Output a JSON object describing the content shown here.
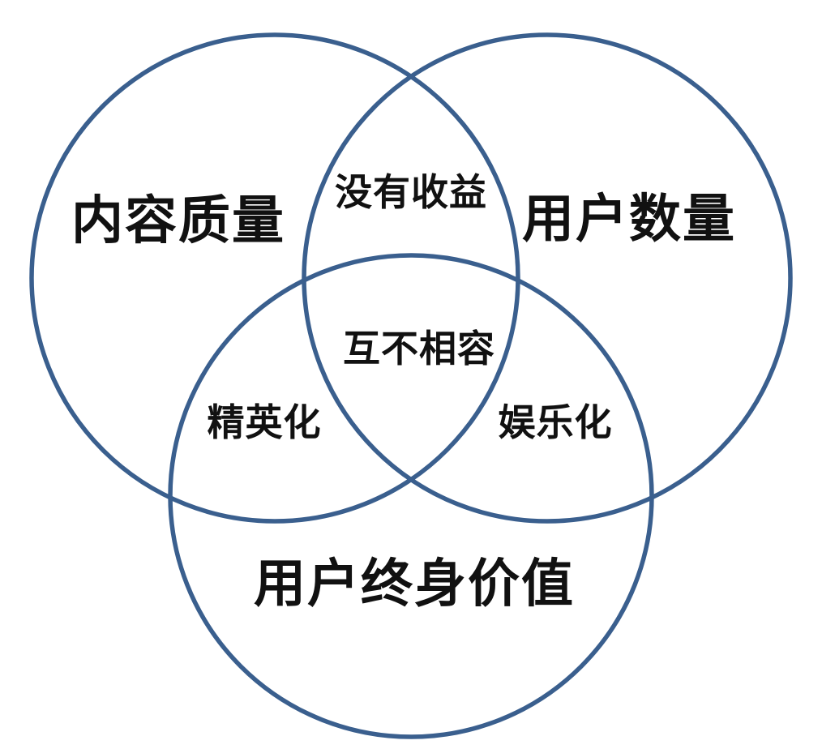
{
  "diagram": {
    "type": "venn-3-circle",
    "background_color": "#ffffff",
    "circle_stroke_color": "#3A5F8E",
    "text_color": "#111111",
    "sets": [
      {
        "id": "content-quality",
        "label": "内容质量"
      },
      {
        "id": "user-quantity",
        "label": "用户数量"
      },
      {
        "id": "user-lifetime-value",
        "label": "用户终身价值"
      }
    ],
    "intersections": [
      {
        "id": "content-quality-and-user-quantity",
        "label": "没有收益"
      },
      {
        "id": "all-three",
        "label": "互不相容"
      },
      {
        "id": "content-quality-and-lifetime-value",
        "label": "精英化"
      },
      {
        "id": "user-quantity-and-lifetime-value",
        "label": "娱乐化"
      }
    ]
  }
}
